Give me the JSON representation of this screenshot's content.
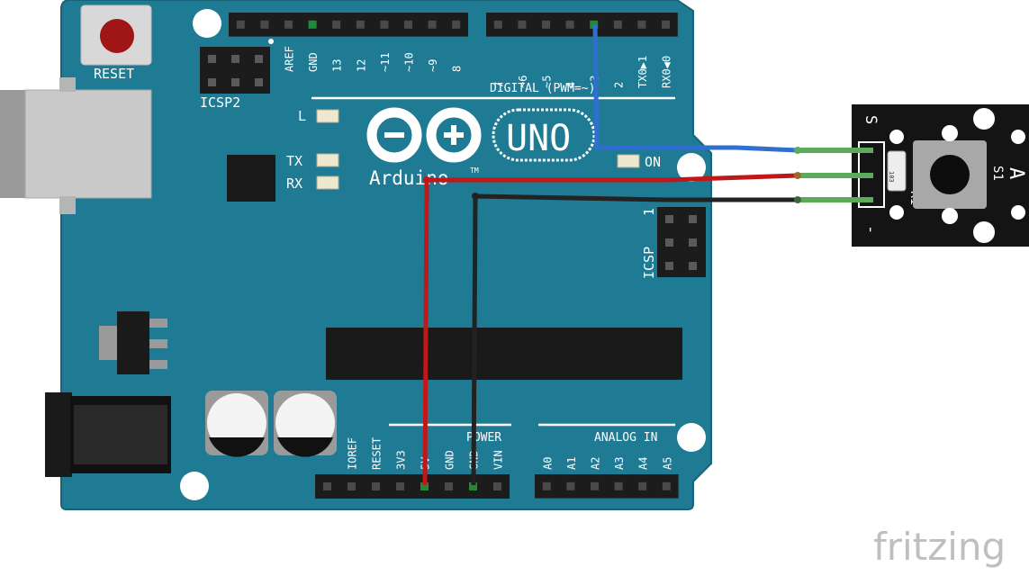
{
  "board": {
    "reset_label": "RESET",
    "icsp2_label": "ICSP2",
    "icsp_label": "ICSP",
    "icsp_pin1_label": "1",
    "led_labels": [
      "L",
      "TX",
      "RX"
    ],
    "on_label": "ON",
    "logo_text": "Arduino",
    "tm": "TM",
    "model": "UNO",
    "digital_label": "DIGITAL (PWM=~)",
    "power_label": "POWER",
    "analog_label": "ANALOG IN",
    "header_top_left_pins": [
      "AREF",
      "GND",
      "13",
      "12",
      "~11",
      "~10",
      "~9",
      "8"
    ],
    "header_top_right_pins": [
      "7",
      "~6",
      "~5",
      "4",
      "~3",
      "2",
      "TX0▶1",
      "RX0◀0"
    ],
    "header_power_pins": [
      "IOREF",
      "RESET",
      "3V3",
      "5V",
      "GND",
      "GND",
      "VIN"
    ],
    "header_analog_pins": [
      "A0",
      "A1",
      "A2",
      "A3",
      "A4",
      "A5"
    ],
    "colors": {
      "pcb": "#1f7a94",
      "pcb_edge": "#17647a",
      "silk": "#ffffff"
    }
  },
  "module": {
    "pin_s": "S",
    "pin_minus": "-",
    "label_a": "A",
    "label_s1": "S1",
    "label_r1": "R1",
    "resistor_code": "103"
  },
  "wires": [
    {
      "name": "signal",
      "color": "#2f6fd0"
    },
    {
      "name": "power",
      "color": "#c01818"
    },
    {
      "name": "ground",
      "color": "#222222"
    }
  ],
  "watermark": "fritzing"
}
